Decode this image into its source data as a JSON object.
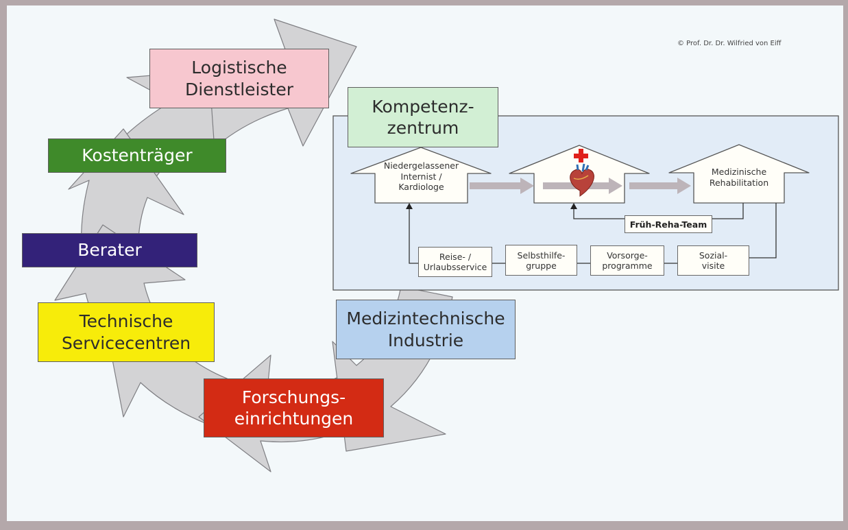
{
  "copyright": "© Prof. Dr. Dr. Wilfried von Eiff",
  "cycle_boxes": [
    {
      "id": "logistik",
      "label": "Logistische\nDienstleister",
      "color": "#f7c7cf"
    },
    {
      "id": "kosten",
      "label": "Kostenträger",
      "color": "#3f8a2a"
    },
    {
      "id": "berater",
      "label": "Berater",
      "color": "#332279"
    },
    {
      "id": "technik",
      "label": "Technische\nServicecentren",
      "color": "#f7ec0a"
    },
    {
      "id": "forschung",
      "label": "Forschungs-\neinrichtungen",
      "color": "#d32b14"
    },
    {
      "id": "medtech",
      "label": "Medizintechnische\nIndustrie",
      "color": "#b6d1ee"
    },
    {
      "id": "kompetenz",
      "label": "Kompetenz-\nzentrum",
      "color": "#d2efd4"
    }
  ],
  "pathway": {
    "houses": [
      {
        "label": "Niedergelassener\nInternist /\nKardiologe"
      },
      {
        "label": ""
      },
      {
        "label": "Medizinische\nRehabilitation"
      }
    ],
    "team_label": "Früh-Reha-Team",
    "services": [
      "Reise- /\nUrlaubsservice",
      "Selbsthilfe-\ngruppe",
      "Vorsorge-\nprogramme",
      "Sozial-\nvisite"
    ]
  },
  "colors": {
    "panel_bg": "#e2ecf7",
    "cycle_arrow": "#d3d3d5",
    "pathway_arrow": "#bdb4b9",
    "red_cross": "#e0201c"
  }
}
